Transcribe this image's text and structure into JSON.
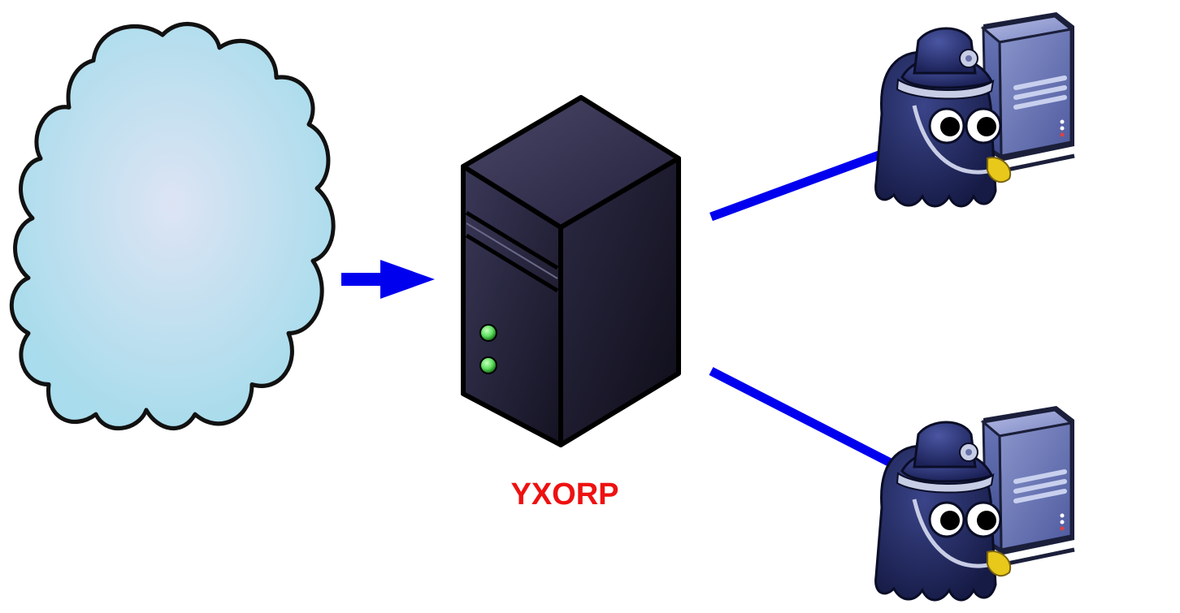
{
  "diagram": {
    "proxy_label": "YXORP",
    "nodes": [
      {
        "id": "internet",
        "icon": "cloud-icon"
      },
      {
        "id": "proxy",
        "icon": "server-tower-icon"
      },
      {
        "id": "backend-1",
        "icon": "police-guarded-server-icon"
      },
      {
        "id": "backend-2",
        "icon": "police-guarded-server-icon"
      }
    ],
    "edges": [
      {
        "from": "internet",
        "to": "proxy",
        "style": "arrow"
      },
      {
        "from": "proxy",
        "to": "backend-1",
        "style": "line"
      },
      {
        "from": "proxy",
        "to": "backend-2",
        "style": "line"
      }
    ],
    "colors": {
      "connector": "#0000ee",
      "label": "#ee1111",
      "cloud_fill": "#a9dcec",
      "cloud_center": "#dde4f4",
      "server_body": "#1a1830",
      "led": "#5ee05e",
      "police_body": "#232a63",
      "backend_server": "#3d4a8c",
      "whistle": "#e8c81a"
    }
  }
}
